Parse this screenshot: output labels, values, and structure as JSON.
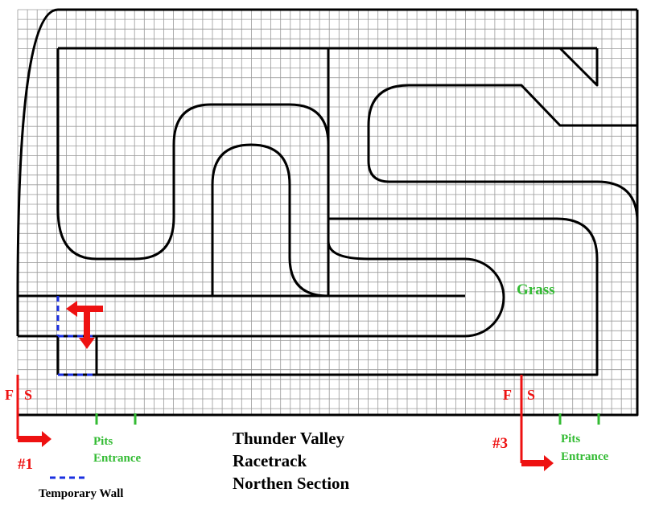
{
  "title_lines": [
    "Thunder Valley",
    "Racetrack",
    "Northen Section"
  ],
  "grass_label": "Grass",
  "start_finish": [
    {
      "finish": "F",
      "start": "S",
      "number": "#1"
    },
    {
      "finish": "F",
      "start": "S",
      "number": "#3"
    }
  ],
  "pits_entrance": [
    {
      "line1": "Pits",
      "line2": "Entrance"
    },
    {
      "line1": "Pits",
      "line2": "Entrance"
    }
  ],
  "legend": {
    "temporary_wall": "Temporary Wall"
  },
  "colors": {
    "track": "#000000",
    "grid": "#9a9a9a",
    "start_finish": "#ee1111",
    "pits": "#33bb33",
    "temporary_wall": "#1a2fe0"
  }
}
